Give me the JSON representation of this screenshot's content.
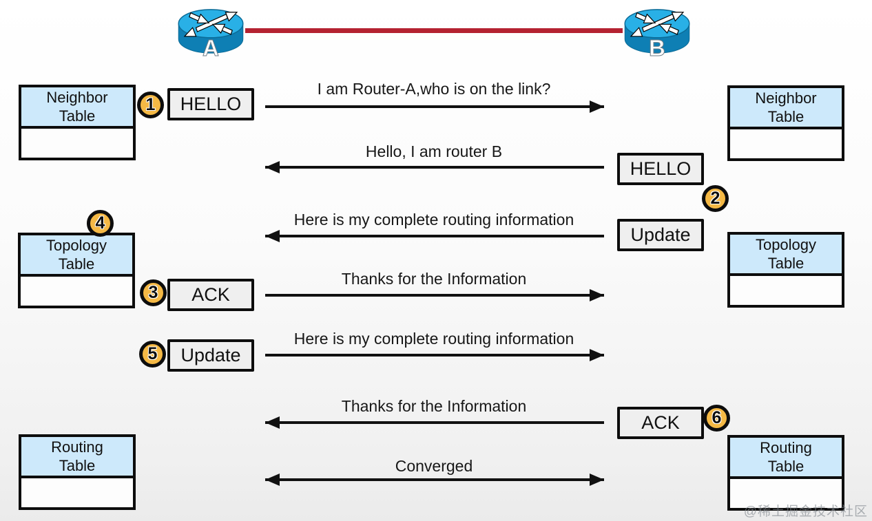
{
  "colors": {
    "link": "#b42231",
    "table_header_bg": "#cde9fb",
    "message_box_bg": "#efefef",
    "step_badge_bg": "#f5b945",
    "arrow": "#111111",
    "router_blue": "#29b0e6"
  },
  "routers": {
    "a": {
      "label": "A"
    },
    "b": {
      "label": "B"
    }
  },
  "tables": {
    "left": {
      "neighbor": {
        "title": "Neighbor Table"
      },
      "topology": {
        "title": "Topology Table"
      },
      "routing": {
        "title": "Routing Table"
      }
    },
    "right": {
      "neighbor": {
        "title": "Neighbor Table"
      },
      "topology": {
        "title": "Topology Table"
      },
      "routing": {
        "title": "Routing Table"
      }
    }
  },
  "boxes": {
    "hello_a": "HELLO",
    "hello_b": "HELLO",
    "update_b": "Update",
    "ack_a": "ACK",
    "update_a": "Update",
    "ack_b": "ACK"
  },
  "steps": {
    "s1": "1",
    "s2": "2",
    "s3": "3",
    "s4": "4",
    "s5": "5",
    "s6": "6"
  },
  "messages": {
    "m1": {
      "text": "I am Router-A,who is on the link?",
      "direction": "right"
    },
    "m2": {
      "text": "Hello, I am router B",
      "direction": "left"
    },
    "m3": {
      "text": "Here is my complete routing information",
      "direction": "left"
    },
    "m4": {
      "text": "Thanks for the Information",
      "direction": "right"
    },
    "m5": {
      "text": "Here is my complete routing information",
      "direction": "right"
    },
    "m6": {
      "text": "Thanks for the Information",
      "direction": "left"
    },
    "m7": {
      "text": "Converged",
      "direction": "both"
    }
  },
  "watermark": "@稀土掘金技术社区"
}
